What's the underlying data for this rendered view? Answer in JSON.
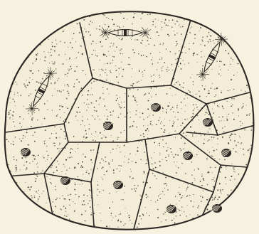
{
  "figure": {
    "subject": "embryo-cell-cleavage-drawing",
    "colors": {
      "background": "#f7f1df",
      "cytoplasm": "#f3ecd6",
      "ink": "#2b2623"
    },
    "cell_count": 14,
    "resting_nuclei": 10,
    "mitotic_spindles": 3
  }
}
